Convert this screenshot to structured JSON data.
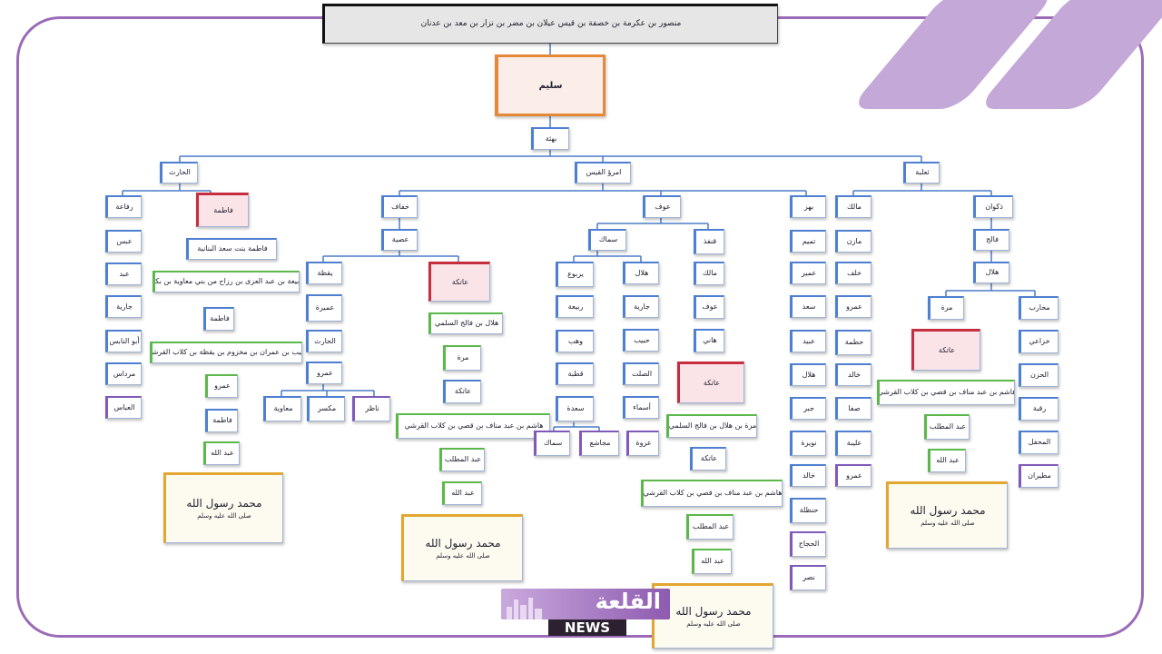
{
  "header": "منصور بن عكرمة بن خصفة بن قيس عيلان بن مضر بن نزار بن معد بن عدنان",
  "root": "سليم",
  "l1": "بهثة",
  "branches": {
    "right": "ثعلبة",
    "mid": "امرؤ القيس",
    "left": "الحارث"
  },
  "t": {
    "rifaa": "رفاعة",
    "abs": "عبس",
    "abd": "عبد",
    "jariya": "جارية",
    "abualnas": "أبو النابس",
    "mardas": "مرداس",
    "abbas": "العباس",
    "fatima1": "فاطمة",
    "fatima_bint": "فاطمة بنت سعد البنانية",
    "rabia": "ربيعة بن عبد العزى بن رزاح من بني معاوية بن بكر",
    "fatima2": "فاطمة",
    "habib": "حبيب بن عمران بن مخزوم بن يقظة بن كلاب القرشي",
    "amr": "عمرو",
    "fatima3": "فاطمة",
    "abdallah1": "عبد الله",
    "prophet": "محمد رسول الله",
    "salla": "صلى الله عليه وسلم",
    "khufaf": "خفاف",
    "usayya": "عصية",
    "yaqdha": "يقظة",
    "amira": "عميرة",
    "amira_s": "",
    "harith2": "الحارث",
    "amr2": "عمرو",
    "muawiya": "معاوية",
    "mukassir": "مكسر",
    "nadhir": "ناظر",
    "atika1": "عاتكة",
    "hilal_f1": "هلال بن فالج السلمي",
    "murra1": "مرة",
    "atika1b": "عاتكة",
    "hashim1": "هاشم بن عبد مناف بن قصي بن كلاب القرشي",
    "muttalib1": "عبد المطلب",
    "abdallah2": "عبد الله",
    "awf": "عوف",
    "sammak": "سماك",
    "qunfudh": "قنفذ",
    "yarbu": "يربوع",
    "rabia2": "ربيعة",
    "wahb": "وهب",
    "qutba": "قطبة",
    "saada": "سعدة",
    "samak_b": "سماك",
    "sujaa": "مجاشع",
    "hilal3": "هلال",
    "jariya2": "جارية",
    "hubayb": "حبيب",
    "salt": "الصلت",
    "asma": "أسماء",
    "urwa": "عروة",
    "malik": "مالك",
    "awf2": "عوف",
    "hani": "هاني",
    "atika2": "عاتكة",
    "murra_hilal": "مرة بن هلال بن فالج السلمي",
    "atika2b": "عاتكة",
    "hashim2": "هاشم بن عبد مناف بن قصي بن كلاب القرشي",
    "muttalib2": "عبد المطلب",
    "abdallah3": "عبد الله",
    "bahz": "بهز",
    "tamim": "تميم",
    "umayr": "عمير",
    "saad": "سعد",
    "ubayd": "عبيد",
    "hilal4": "هلال",
    "jubar": "جبر",
    "nuwayra": "نويرة",
    "khalid": "خالد",
    "hanzala": "حنظلة",
    "hajjaj": "الحجاج",
    "nasr": "نصر",
    "malik3": "مالك",
    "mazin": "مازن",
    "khalaf": "خلف",
    "amr3": "عمرو",
    "hatima": "حطمة",
    "khalid2": "خالد",
    "saffa": "صفا",
    "ulayya": "عليبة",
    "amr4": "عمرو",
    "dhakwan": "ذكوان",
    "falij": "فالج",
    "hilal5": "هلال",
    "murra3": "مرة",
    "atika3": "عاتكة",
    "hashim3": "هاشم بن عبد مناف بن قصي بن كلاب القرشي",
    "muttalib3": "عبد المطلب",
    "abdallah4": "عبد الله",
    "muharib": "محارب",
    "khuzai": "خزاعي",
    "alhuzn": "الحزن",
    "raqaba": "رقبة",
    "almuhaffal": "المحفل",
    "mutayran": "مطيران"
  },
  "logo": {
    "word": "القلعة",
    "news": "NEWS"
  },
  "colors": {
    "frame": "#9b6bb7",
    "blue": "#4e7fd1",
    "green": "#5cb84a",
    "purple": "#7f5ab8",
    "red": "#c62d3f",
    "gold": "#e2a730"
  }
}
